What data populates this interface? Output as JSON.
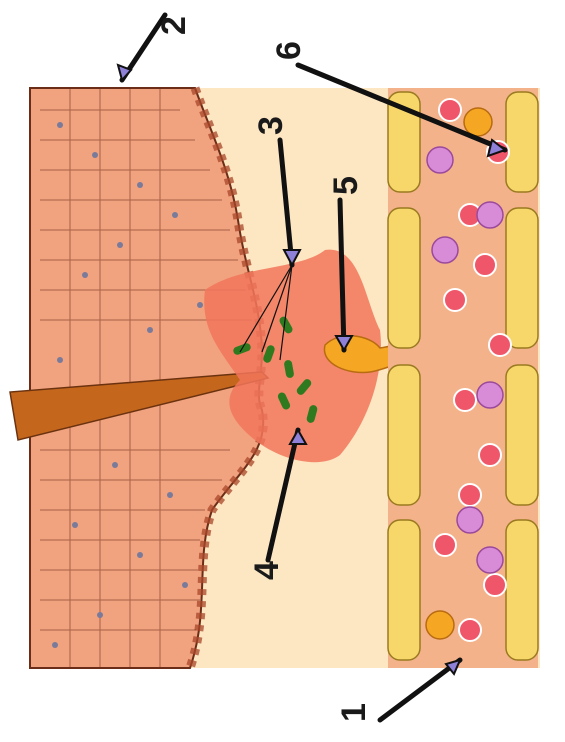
{
  "labels": [
    {
      "id": "1",
      "text": "1"
    },
    {
      "id": "2",
      "text": "2"
    },
    {
      "id": "3",
      "text": "3"
    },
    {
      "id": "4",
      "text": "4"
    },
    {
      "id": "5",
      "text": "5"
    },
    {
      "id": "6",
      "text": "6"
    }
  ],
  "colors": {
    "skin": "#f1a27f",
    "skin_outline": "#6b2d18",
    "dermis": "#fbe2bf",
    "vessel_wall": "#f7d76a",
    "vessel_lumen": "#f4b28a",
    "splinter": "#c4661c",
    "inflammation": "#f2755a",
    "bacteria": "#2f7a1f",
    "macrophage": "#f5a623",
    "rbc": "#f0566a",
    "leukocyte": "#d88cd8",
    "arrow": "#111111"
  }
}
